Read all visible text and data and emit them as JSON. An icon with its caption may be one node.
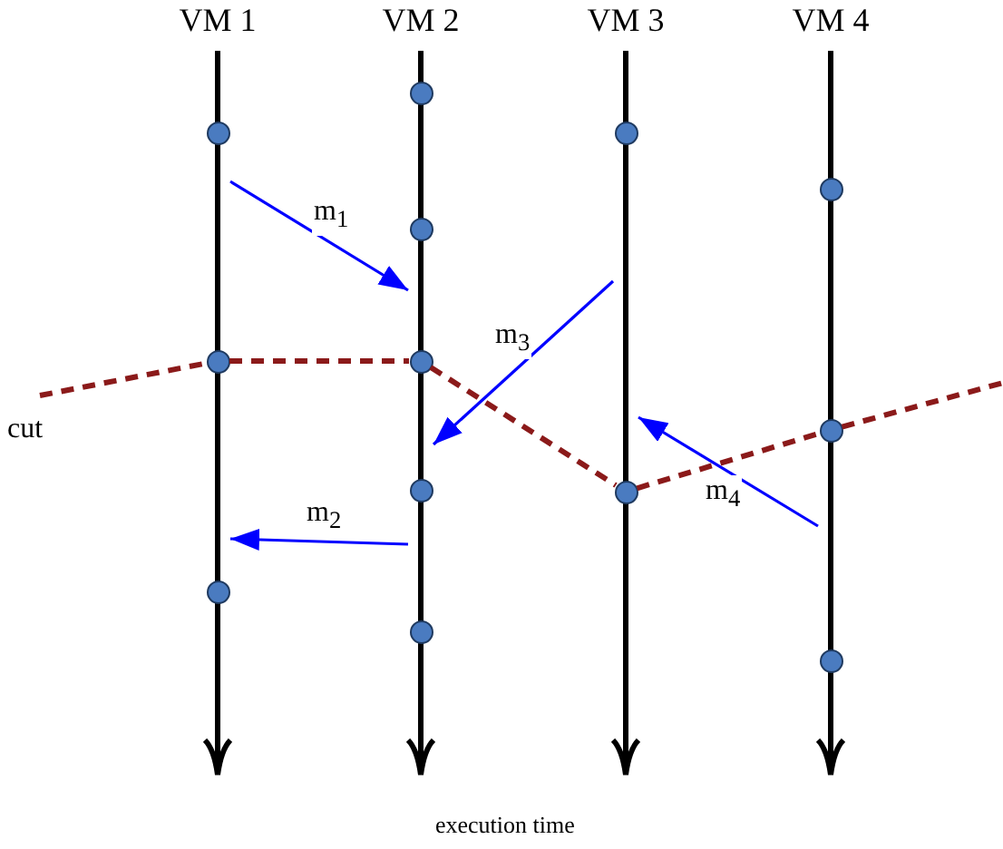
{
  "diagram": {
    "nodes": [
      {
        "text": [
          "VM 1"
        ]
      },
      {
        "text": [],
        "shape": "circle",
        "in": 0
      },
      {
        "text": [],
        "shape": "circle",
        "in": 0
      },
      {
        "text": [],
        "shape": "circle",
        "in": 0
      },
      {
        "text": [
          "VM 2"
        ]
      },
      {
        "text": [],
        "shape": "circle",
        "in": 4
      },
      {
        "text": [],
        "shape": "circle",
        "in": 4
      },
      {
        "text": [],
        "shape": "circle",
        "in": 4
      },
      {
        "text": [],
        "shape": "circle",
        "in": 4
      },
      {
        "text": [],
        "shape": "circle",
        "in": 4
      },
      {
        "text": [
          "VM 3"
        ]
      },
      {
        "text": [],
        "shape": "circle",
        "in": 10
      },
      {
        "text": [],
        "shape": "circle",
        "in": 10
      },
      {
        "text": [
          "VM 4"
        ]
      },
      {
        "text": [],
        "shape": "circle",
        "in": 13
      },
      {
        "text": [],
        "shape": "circle",
        "in": 13
      },
      {
        "text": [],
        "shape": "circle",
        "in": 13
      }
    ],
    "edges": [
      {
        "from": 0,
        "to": 4,
        "arrow": "to",
        "label": "m$_{1}$",
        "color": "#0000ff"
      },
      {
        "from": 10,
        "to": 4,
        "arrow": "to",
        "label": "m$_{3}$",
        "color": "#0000ff"
      },
      {
        "from": 4,
        "to": 0,
        "arrow": "to",
        "label": "m$_{2}$",
        "color": "#0000ff"
      },
      {
        "from": 13,
        "to": 10,
        "arrow": "to",
        "label": "m$_{4}$",
        "color": "#0000ff"
      },
      {
        "from": null,
        "to": 2,
        "arrow": "none",
        "style": "dashed"
      },
      {
        "from": 2,
        "to": 7,
        "arrow": "none",
        "style": "dashed"
      },
      {
        "from": 7,
        "to": 12,
        "arrow": "none",
        "style": "dashed"
      },
      {
        "from": 12,
        "to": 15,
        "arrow": "none",
        "style": "dashed"
      },
      {
        "from": 15,
        "to": null,
        "arrow": "none",
        "style": "dashed"
      }
    ],
    "labels": [
      "cut",
      "execution time"
    ]
  }
}
